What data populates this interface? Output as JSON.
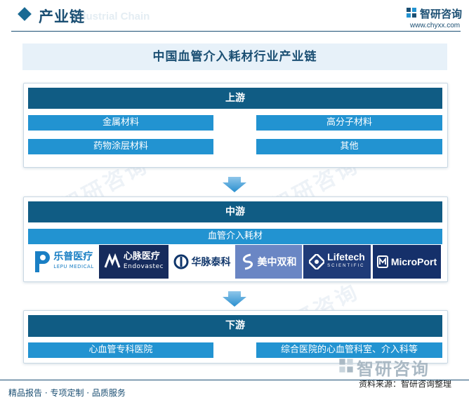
{
  "header": {
    "title": "产业链",
    "ghost_title": "Industrial Chain",
    "brand": "智研咨询",
    "url": "www.chyxx.com"
  },
  "main_title": "中国血管介入耗材行业产业链",
  "upstream": {
    "label": "上游",
    "items": [
      "金属材料",
      "高分子材料",
      "药物涂层材料",
      "其他"
    ]
  },
  "midstream": {
    "label": "中游",
    "product": "血管介入耗材",
    "logos": [
      {
        "name": "乐普医疗",
        "sub": "LEPU MEDICAL",
        "bg": "#ffffff",
        "color": "#1a7fc4"
      },
      {
        "name": "心脉医疗",
        "sub": "Endovastec",
        "bg": "#162b5c",
        "color": "#ffffff"
      },
      {
        "name": "华脉泰科",
        "sub": "",
        "bg": "#ffffff",
        "color": "#10366b"
      },
      {
        "name": "美中双和",
        "sub": "",
        "bg": "#6a86c4",
        "color": "#ffffff"
      },
      {
        "name": "Lifetech",
        "sub": "SCIENTIFIC",
        "bg": "#1f3b78",
        "color": "#ffffff"
      },
      {
        "name": "MicroPort",
        "sub": "",
        "bg": "#15306a",
        "color": "#ffffff"
      }
    ]
  },
  "downstream": {
    "label": "下游",
    "items": [
      "心血管专科医院",
      "综合医院的心血管科室、介入科等"
    ]
  },
  "footer": {
    "left": "精品报告 · 专项定制 · 品质服务",
    "source": "资料来源：智研咨询整理",
    "brand": "智研咨询"
  },
  "colors": {
    "band": "#105c84",
    "cell": "#2293d1",
    "title_bg": "#e7f1f9",
    "text_dark": "#1b4f73"
  }
}
